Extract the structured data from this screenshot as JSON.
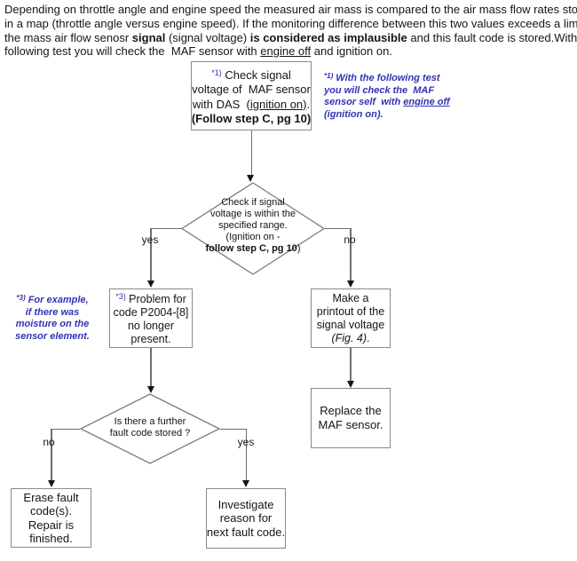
{
  "colors": {
    "note_blue": "#3232b4",
    "box_border": "#8a8a8a",
    "connector_gray": "#6f6f6f",
    "arrow_black": "#151515",
    "text_black": "#151515",
    "background": "#ffffff"
  },
  "intro": {
    "line1": "Depending on throttle angle and engine speed the measured air mass is compared to the air mass flow rates stored",
    "line2": "in a map (throttle angle versus engine speed). If the monitoring difference between this two values exceeds a limit,",
    "line3_a": "the mass air flow senosr ",
    "line3_bold1": "signal",
    "line3_b": " (signal voltage) ",
    "line3_bold2": "is considered as implausible",
    "line3_c": " and this fault code is stored.With the",
    "line4_a": "following test you will check the  MAF sensor with ",
    "line4_underline": "engine off",
    "line4_b": " and ignition on."
  },
  "flow": {
    "check_box": {
      "sup": "*1)",
      "l1": " Check signal",
      "l2": "voltage of  MAF sensor",
      "l3a": "with DAS  (",
      "l3u": "ignition on)",
      "l3b": ".",
      "l4": "(Follow step C, pg 10)"
    },
    "note1": {
      "sup": "*1)",
      "l1": " With the following test",
      "l2": "you will check the  MAF",
      "l3a": "sensor self  with ",
      "l3u": "engine off",
      "l4": "(ignition on)."
    },
    "decision1": {
      "l1": "Check if signal",
      "l2": "voltage is within the",
      "l3": "specified range.",
      "l4": "(Ignition on -",
      "l5b": "follow step C, pg 10",
      "l5c": ")"
    },
    "labels": {
      "yes1": "yes",
      "no1": "no",
      "no2": "no",
      "yes2": "yes"
    },
    "note3": {
      "sup": "*3)",
      "l1": " For example,",
      "l2": "if there was",
      "l3": "moisture on the",
      "l4": "sensor element."
    },
    "problem_box": {
      "sup": "*3)",
      "l1": " Problem for",
      "l2": "code P2004-[8]",
      "l3": "no longer",
      "l4": "present."
    },
    "printout_box": {
      "l1": "Make a",
      "l2": "printout of the",
      "l3": "signal voltage",
      "l4i": "(Fig. 4)",
      "l4b": "."
    },
    "replace_box": {
      "l1": "Replace the",
      "l2": "MAF sensor."
    },
    "decision2": {
      "l1": "Is there a further",
      "l2": "fault code stored ?"
    },
    "erase_box": {
      "l1": "Erase fault",
      "l2": "code(s).",
      "l3": "Repair is",
      "l4": "finished."
    },
    "investigate_box": {
      "l1": "Investigate",
      "l2": "reason for",
      "l3": "next fault code."
    }
  }
}
